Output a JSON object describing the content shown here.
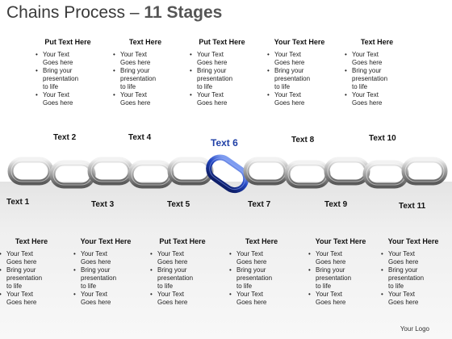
{
  "title": {
    "main": "Chains Process –",
    "stages": "11 Stages"
  },
  "top_boxes": [
    {
      "heading": "Put Text Here",
      "bullets": [
        [
          "Your Text",
          "Goes here"
        ],
        [
          "Bring your",
          "presentation",
          "to life"
        ],
        [
          "Your Text",
          "Goes here"
        ]
      ]
    },
    {
      "heading": "Text Here",
      "bullets": [
        [
          "Your Text",
          "Goes here"
        ],
        [
          "Bring your",
          "presentation",
          "to life"
        ],
        [
          "Your Text",
          "Goes here"
        ]
      ]
    },
    {
      "heading": "Put Text Here",
      "bullets": [
        [
          "Your Text",
          "Goes here"
        ],
        [
          "Bring your",
          "presentation",
          "to life"
        ],
        [
          "Your Text",
          "Goes here"
        ]
      ]
    },
    {
      "heading": "Your Text Here",
      "bullets": [
        [
          "Your Text",
          "Goes here"
        ],
        [
          "Bring your",
          "presentation",
          "to life"
        ],
        [
          "Your Text",
          "Goes here"
        ]
      ]
    },
    {
      "heading": "Text Here",
      "bullets": [
        [
          "Your Text",
          "Goes here"
        ],
        [
          "Bring your",
          "presentation",
          "to life"
        ],
        [
          "Your Text",
          "Goes here"
        ]
      ]
    }
  ],
  "bottom_boxes": [
    {
      "heading": "Text Here",
      "bullets": [
        [
          "Your Text",
          "Goes here"
        ],
        [
          "Bring your",
          "presentation",
          "to life"
        ],
        [
          "Your Text",
          "Goes here"
        ]
      ]
    },
    {
      "heading": "Your Text Here",
      "bullets": [
        [
          "Your Text",
          "Goes here"
        ],
        [
          "Bring your",
          "presentation",
          "to life"
        ],
        [
          "Your Text",
          "Goes here"
        ]
      ]
    },
    {
      "heading": "Put Text Here",
      "bullets": [
        [
          "Your Text",
          "Goes here"
        ],
        [
          "Bring your",
          "presentation",
          "to life"
        ],
        [
          "Your Text",
          "Goes here"
        ]
      ]
    },
    {
      "heading": "Text Here",
      "bullets": [
        [
          "Your Text",
          "Goes here"
        ],
        [
          "Bring your",
          "presentation",
          "to life"
        ],
        [
          "Your Text",
          "Goes here"
        ]
      ]
    },
    {
      "heading": "Your Text Here",
      "bullets": [
        [
          "Your Text",
          "Goes here"
        ],
        [
          "Bring your",
          "presentation",
          "to life"
        ],
        [
          "Your Text",
          "Goes here"
        ]
      ]
    },
    {
      "heading": "Your Text Here",
      "bullets": [
        [
          "Your Text",
          "Goes here"
        ],
        [
          "Bring your",
          "presentation",
          "to life"
        ],
        [
          "Your Text",
          "Goes here"
        ]
      ]
    }
  ],
  "stage_labels": [
    "Text 1",
    "Text 2",
    "Text 3",
    "Text 4",
    "Text 5",
    "Text 6",
    "Text 7",
    "Text 8",
    "Text 9",
    "Text 10",
    "Text 11"
  ],
  "highlight_stage": 6,
  "colors": {
    "highlight": "#1f3fa6",
    "chain": "#9a9a9a"
  },
  "footer": {
    "logo": "Your Logo"
  }
}
